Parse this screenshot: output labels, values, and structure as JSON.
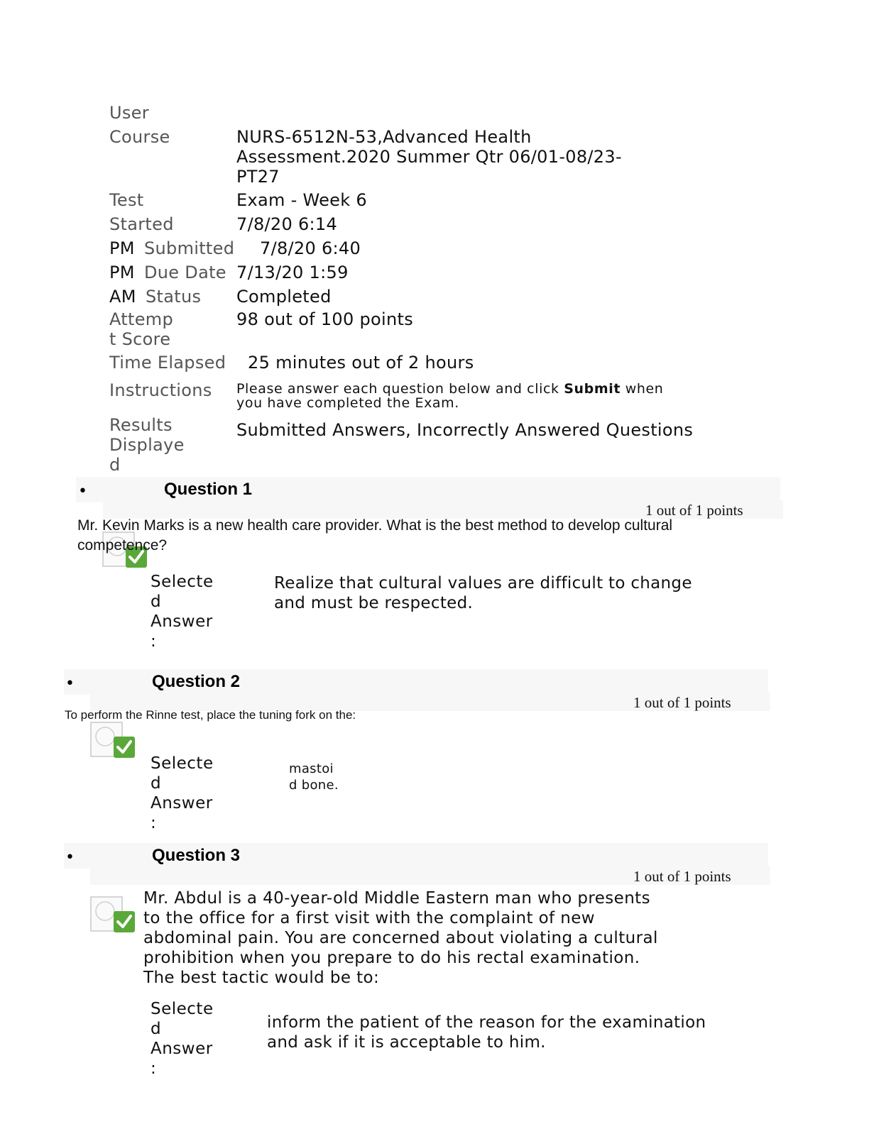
{
  "header": {
    "user_label": "User",
    "course_label": "Course",
    "course_value_line1": "NURS-6512N-53,Advanced Health",
    "course_value_line2": "Assessment.2020 Summer Qtr 06/01-08/23-",
    "course_value_line3": "PT27",
    "test_label": "Test",
    "test_value": "Exam - Week 6",
    "started_label": "Started",
    "started_value": "7/8/20 6:14",
    "started_pm": "PM",
    "submitted_label": "Submitted",
    "submitted_value": "7/8/20 6:40",
    "submitted_pm": "PM",
    "due_label": "Due Date",
    "due_value": "7/13/20 1:59",
    "due_am": "AM",
    "status_label": "Status",
    "status_value": "Completed",
    "attempt_label_1": "Attemp",
    "attempt_label_2": "t Score",
    "attempt_value": "98 out of 100 points",
    "elapsed_label": "Time Elapsed",
    "elapsed_value": "25 minutes out of 2 hours",
    "instructions_label": "Instructions",
    "instructions_pre": "Please answer each question below and click ",
    "instructions_bold": "Submit",
    "instructions_post": " when",
    "instructions_line2": "you have completed the Exam.",
    "results_label_1": "Results",
    "results_label_2": "Displaye",
    "results_label_3": "d",
    "results_value": "Submitted Answers, Incorrectly Answered Questions"
  },
  "questions": [
    {
      "title": "Question 1",
      "points": "1 out of 1 points",
      "text_line1": "Mr. Kevin Marks is a new health care provider. What is the best method to develop cultural",
      "text_line2": "competence?",
      "selected_label": [
        "Selecte",
        "d",
        "Answer",
        ":"
      ],
      "answer_line1": "Realize that cultural values are difficult to change",
      "answer_line2": "and must be respected."
    },
    {
      "title": "Question 2",
      "points": "1 out of 1 points",
      "text_line1": "To perform the Rinne test, place the tuning fork on the:",
      "selected_label": [
        "Selecte",
        "d",
        "Answer",
        ":"
      ],
      "answer_line1": "mastoi",
      "answer_line2": "d bone."
    },
    {
      "title": "Question 3",
      "points": "1 out of 1 points",
      "text_lines": [
        "Mr. Abdul is a 40-year-old Middle Eastern man who presents",
        "to the office for a first visit with the complaint of new",
        "abdominal pain. You are concerned about violating a cultural",
        "prohibition when you prepare to do his rectal examination.",
        "The best tactic would be to:"
      ],
      "selected_label": [
        "Selecte",
        "d",
        "Answer",
        ":"
      ],
      "answer_line1": "inform the patient of the reason for the examination",
      "answer_line2": "and ask if it is acceptable to him."
    }
  ],
  "bullet_glyph": "•",
  "colors": {
    "label_gray": "#555555",
    "bar_bg": "#f7f7f7",
    "check_green": "#5aa83a"
  }
}
